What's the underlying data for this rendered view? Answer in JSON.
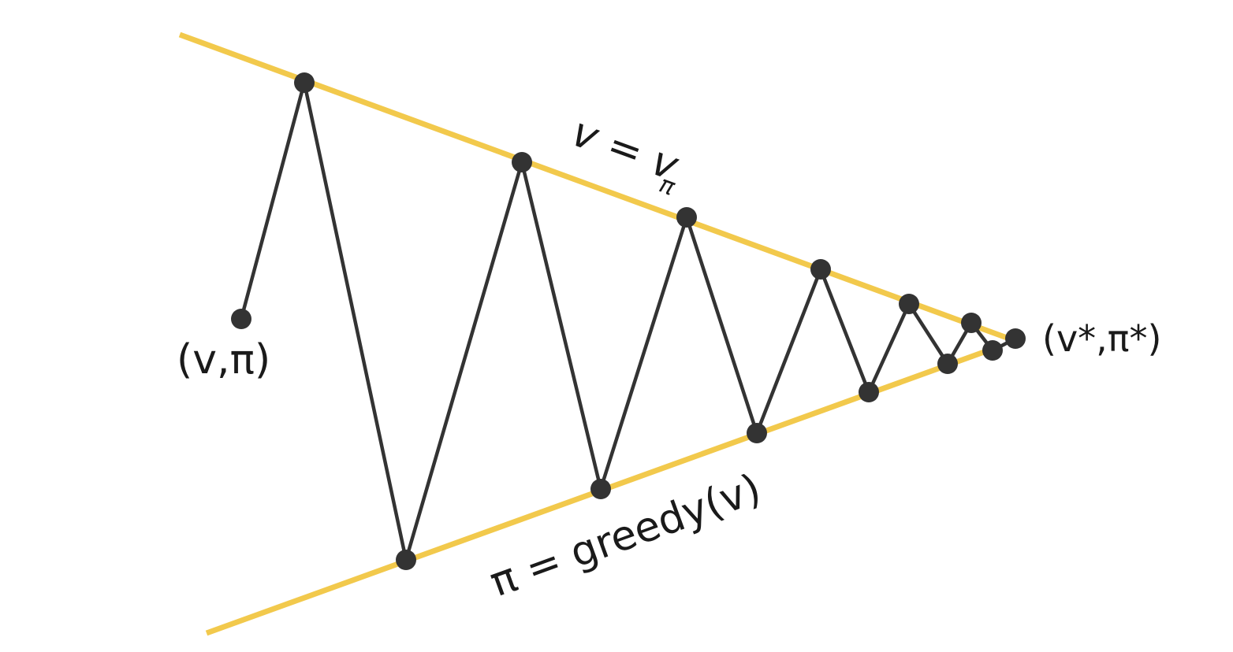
{
  "colors": {
    "line_color": "#f2c94c",
    "path_color": "#333333",
    "text_color": "#1a1a1a",
    "background": "#ffffff"
  },
  "labels": {
    "start_point": "(v,π)",
    "end_point": "(v*,π*)",
    "upper_line_main": "v = v",
    "upper_line_sub": "π",
    "lower_line": "π = greedy(v)"
  }
}
